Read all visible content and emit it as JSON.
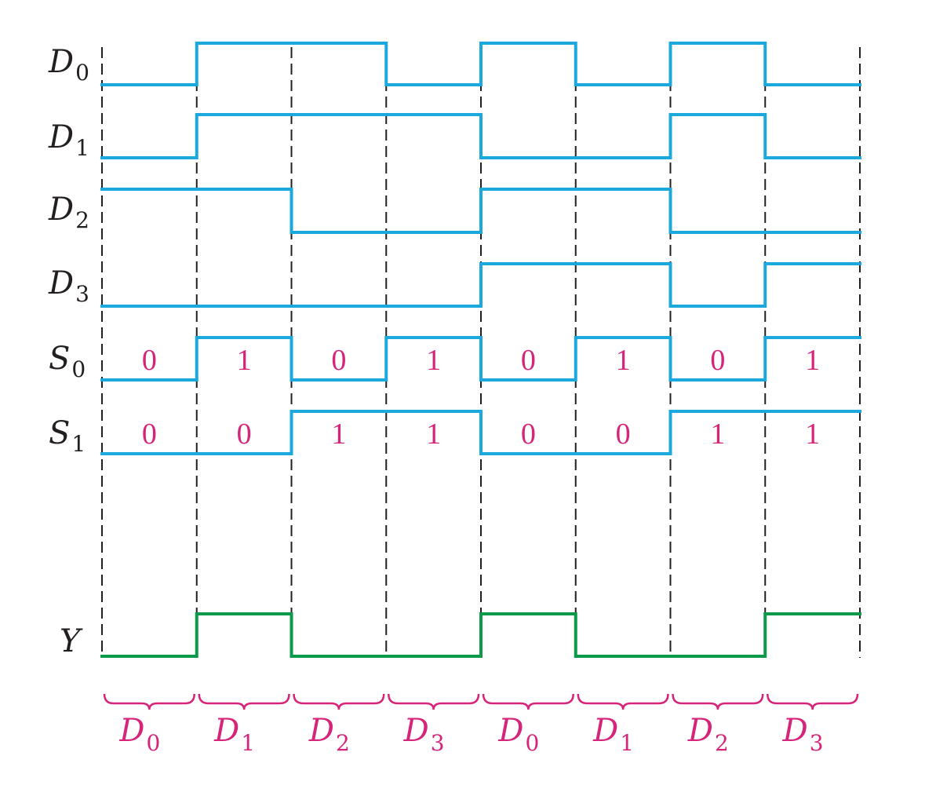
{
  "colors": {
    "input_wave": "#1ba8dc",
    "output_wave": "#0a9a4a",
    "bit_text": "#d6247a",
    "label_text": "#231f20"
  },
  "signals": [
    {
      "id": "D0",
      "name": "D",
      "sub": "0",
      "bits": [
        0,
        1,
        1,
        0,
        1,
        0,
        1,
        0
      ],
      "kind": "input"
    },
    {
      "id": "D1",
      "name": "D",
      "sub": "1",
      "bits": [
        0,
        1,
        1,
        1,
        0,
        0,
        1,
        0
      ],
      "kind": "input"
    },
    {
      "id": "D2",
      "name": "D",
      "sub": "2",
      "bits": [
        1,
        1,
        0,
        0,
        1,
        1,
        0,
        0
      ],
      "kind": "input"
    },
    {
      "id": "D3",
      "name": "D",
      "sub": "3",
      "bits": [
        0,
        0,
        0,
        0,
        1,
        1,
        0,
        1
      ],
      "kind": "input"
    },
    {
      "id": "S0",
      "name": "S",
      "sub": "0",
      "bits": [
        0,
        1,
        0,
        1,
        0,
        1,
        0,
        1
      ],
      "kind": "select",
      "bit_labels": [
        "0",
        "1",
        "0",
        "1",
        "0",
        "1",
        "0",
        "1"
      ]
    },
    {
      "id": "S1",
      "name": "S",
      "sub": "1",
      "bits": [
        0,
        0,
        1,
        1,
        0,
        0,
        1,
        1
      ],
      "kind": "select",
      "bit_labels": [
        "0",
        "0",
        "1",
        "1",
        "0",
        "0",
        "1",
        "1"
      ]
    },
    {
      "id": "Y",
      "name": "Y",
      "sub": "",
      "bits": [
        0,
        1,
        0,
        0,
        1,
        0,
        0,
        1
      ],
      "kind": "output"
    }
  ],
  "periods": [
    {
      "name": "D",
      "sub": "0"
    },
    {
      "name": "D",
      "sub": "1"
    },
    {
      "name": "D",
      "sub": "2"
    },
    {
      "name": "D",
      "sub": "3"
    },
    {
      "name": "D",
      "sub": "0"
    },
    {
      "name": "D",
      "sub": "1"
    },
    {
      "name": "D",
      "sub": "2"
    },
    {
      "name": "D",
      "sub": "3"
    }
  ]
}
